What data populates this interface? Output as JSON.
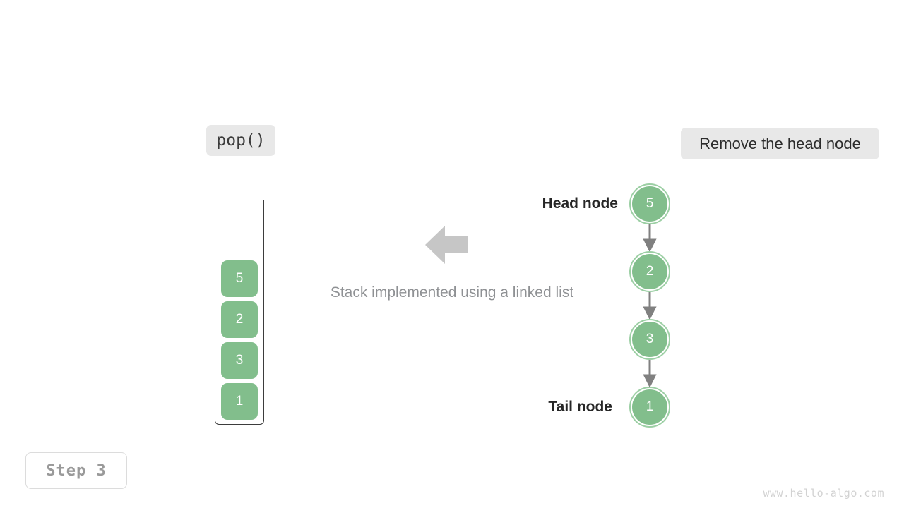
{
  "operation_badge": {
    "label": "pop()"
  },
  "description_badge": {
    "label": "Remove the head node"
  },
  "step_badge": {
    "label": "Step 3"
  },
  "caption": {
    "text": "Stack implemented using a linked list"
  },
  "watermark": {
    "text": "www.hello-algo.com"
  },
  "colors": {
    "node_fill": "#82be8c",
    "node_ring": "#9ccfa4",
    "badge_bg": "#e8e8e8",
    "arrow_gray": "#808080",
    "big_arrow": "#c6c6c6",
    "caption_text": "#8f9194"
  },
  "stack": {
    "name": "stack-container",
    "cells": [
      {
        "value": "5"
      },
      {
        "value": "2"
      },
      {
        "value": "3"
      },
      {
        "value": "1"
      }
    ]
  },
  "linked_list": {
    "head_label": "Head node",
    "tail_label": "Tail node",
    "nodes": [
      {
        "value": "5"
      },
      {
        "value": "2"
      },
      {
        "value": "3"
      },
      {
        "value": "1"
      }
    ]
  },
  "icons": {
    "transfer_arrow": "arrow-left-icon",
    "link_arrow": "arrow-down-icon"
  }
}
